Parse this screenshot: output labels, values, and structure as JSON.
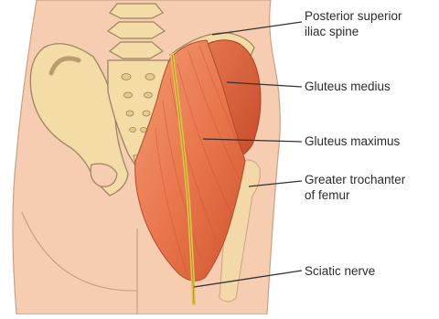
{
  "labels": {
    "psis": "Posterior superior\niliac spine",
    "gluteus_medius": "Gluteus medius",
    "gluteus_maximus": "Gluteus maximus",
    "greater_trochanter": "Greater trochanter\nof femur",
    "sciatic_nerve": "Sciatic nerve"
  },
  "colors": {
    "skin": "#f6cdb0",
    "skin_outline": "#c9a084",
    "bone": "#f3dca6",
    "bone_outline": "#9a8660",
    "muscle_light": "#f08a62",
    "muscle_dark": "#d1552f",
    "nerve": "#e2c24a",
    "leader": "#333333"
  }
}
